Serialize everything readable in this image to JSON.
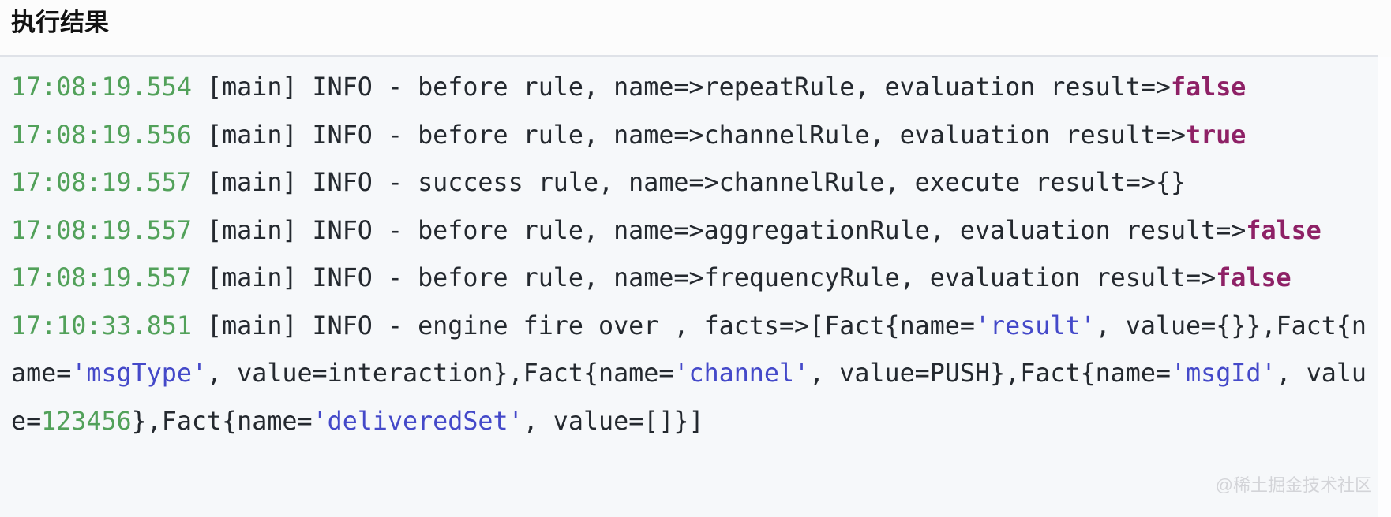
{
  "page": {
    "title": "执行结果",
    "watermark": "@稀土掘金技术社区"
  },
  "colors": {
    "code_background": "#f6f8fa",
    "text_default": "#24292f",
    "timestamp_green": "#52a15a",
    "boolean_keyword": "#8e2166",
    "string_blue": "#4449c9",
    "number_green": "#52a15a",
    "divider": "#dfe2e8",
    "watermark": "#d3d4d8"
  },
  "log": {
    "lines": [
      {
        "segments": [
          {
            "style": "time",
            "text": "17:08:19.554"
          },
          {
            "style": "plain",
            "text": " [main] INFO - before rule, name=>repeatRule, evaluation result=>"
          },
          {
            "style": "bool",
            "text": "false"
          }
        ]
      },
      {
        "segments": [
          {
            "style": "time",
            "text": "17:08:19.556"
          },
          {
            "style": "plain",
            "text": " [main] INFO - before rule, name=>channelRule, evaluation result=>"
          },
          {
            "style": "bool",
            "text": "true"
          }
        ]
      },
      {
        "segments": [
          {
            "style": "time",
            "text": "17:08:19.557"
          },
          {
            "style": "plain",
            "text": " [main] INFO - success rule, name=>channelRule, execute result=>{}"
          }
        ]
      },
      {
        "segments": [
          {
            "style": "time",
            "text": "17:08:19.557"
          },
          {
            "style": "plain",
            "text": " [main] INFO - before rule, name=>aggregationRule, evaluation result=>"
          },
          {
            "style": "bool",
            "text": "false"
          }
        ]
      },
      {
        "segments": [
          {
            "style": "time",
            "text": "17:08:19.557"
          },
          {
            "style": "plain",
            "text": " [main] INFO - before rule, name=>frequencyRule, evaluation result=>"
          },
          {
            "style": "bool",
            "text": "false"
          }
        ]
      },
      {
        "segments": [
          {
            "style": "time",
            "text": "17:10:33.851"
          },
          {
            "style": "plain",
            "text": " [main] INFO - engine fire over , facts=>[Fact{name="
          },
          {
            "style": "string",
            "text": "'result'"
          },
          {
            "style": "plain",
            "text": ", value={}},Fact{name="
          },
          {
            "style": "string",
            "text": "'msgType'"
          },
          {
            "style": "plain",
            "text": ", value=interaction},Fact{name="
          },
          {
            "style": "string",
            "text": "'channel'"
          },
          {
            "style": "plain",
            "text": ", value=PUSH},Fact{name="
          },
          {
            "style": "string",
            "text": "'msgId'"
          },
          {
            "style": "plain",
            "text": ", value="
          },
          {
            "style": "number",
            "text": "123456"
          },
          {
            "style": "plain",
            "text": "},Fact{name="
          },
          {
            "style": "string",
            "text": "'deliveredSet'"
          },
          {
            "style": "plain",
            "text": ", value=[]}]"
          }
        ]
      }
    ]
  }
}
